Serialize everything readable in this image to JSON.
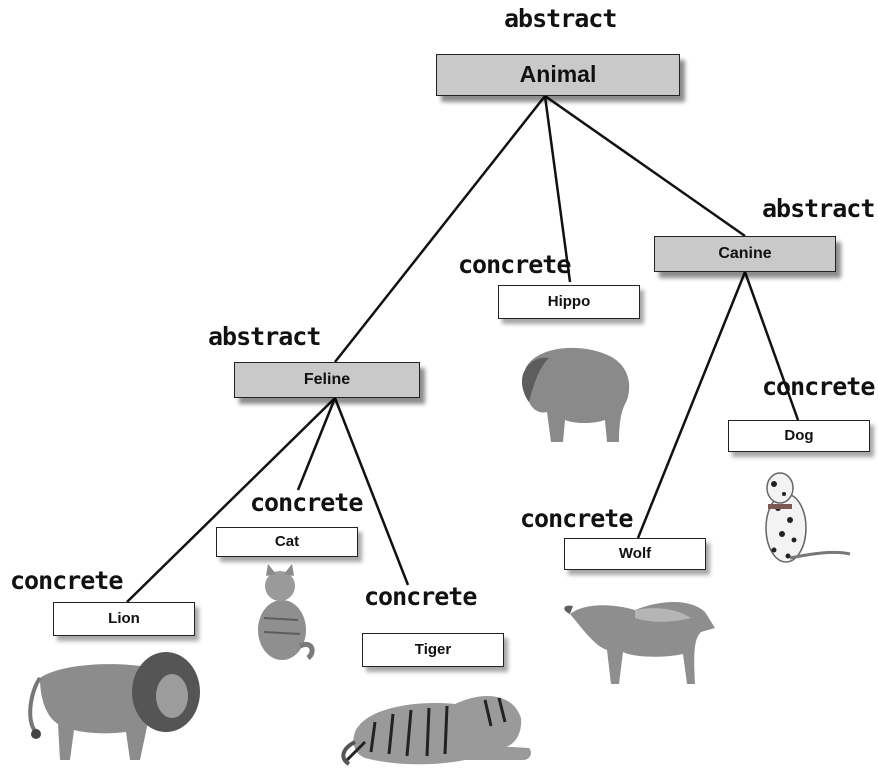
{
  "classes": {
    "animal": {
      "label": "Animal",
      "tag": "abstract"
    },
    "feline": {
      "label": "Feline",
      "tag": "abstract"
    },
    "canine": {
      "label": "Canine",
      "tag": "abstract"
    },
    "hippo": {
      "label": "Hippo",
      "tag": "concrete"
    },
    "lion": {
      "label": "Lion",
      "tag": "concrete"
    },
    "cat": {
      "label": "Cat",
      "tag": "concrete"
    },
    "tiger": {
      "label": "Tiger",
      "tag": "concrete"
    },
    "wolf": {
      "label": "Wolf",
      "tag": "concrete"
    },
    "dog": {
      "label": "Dog",
      "tag": "concrete"
    }
  },
  "edges": [
    [
      "animal",
      "feline"
    ],
    [
      "animal",
      "hippo"
    ],
    [
      "animal",
      "canine"
    ],
    [
      "feline",
      "lion"
    ],
    [
      "feline",
      "cat"
    ],
    [
      "feline",
      "tiger"
    ],
    [
      "canine",
      "wolf"
    ],
    [
      "canine",
      "dog"
    ]
  ],
  "colors": {
    "abstract_fill": "#c9c9c9",
    "concrete_fill": "#ffffff",
    "line": "#111111"
  }
}
